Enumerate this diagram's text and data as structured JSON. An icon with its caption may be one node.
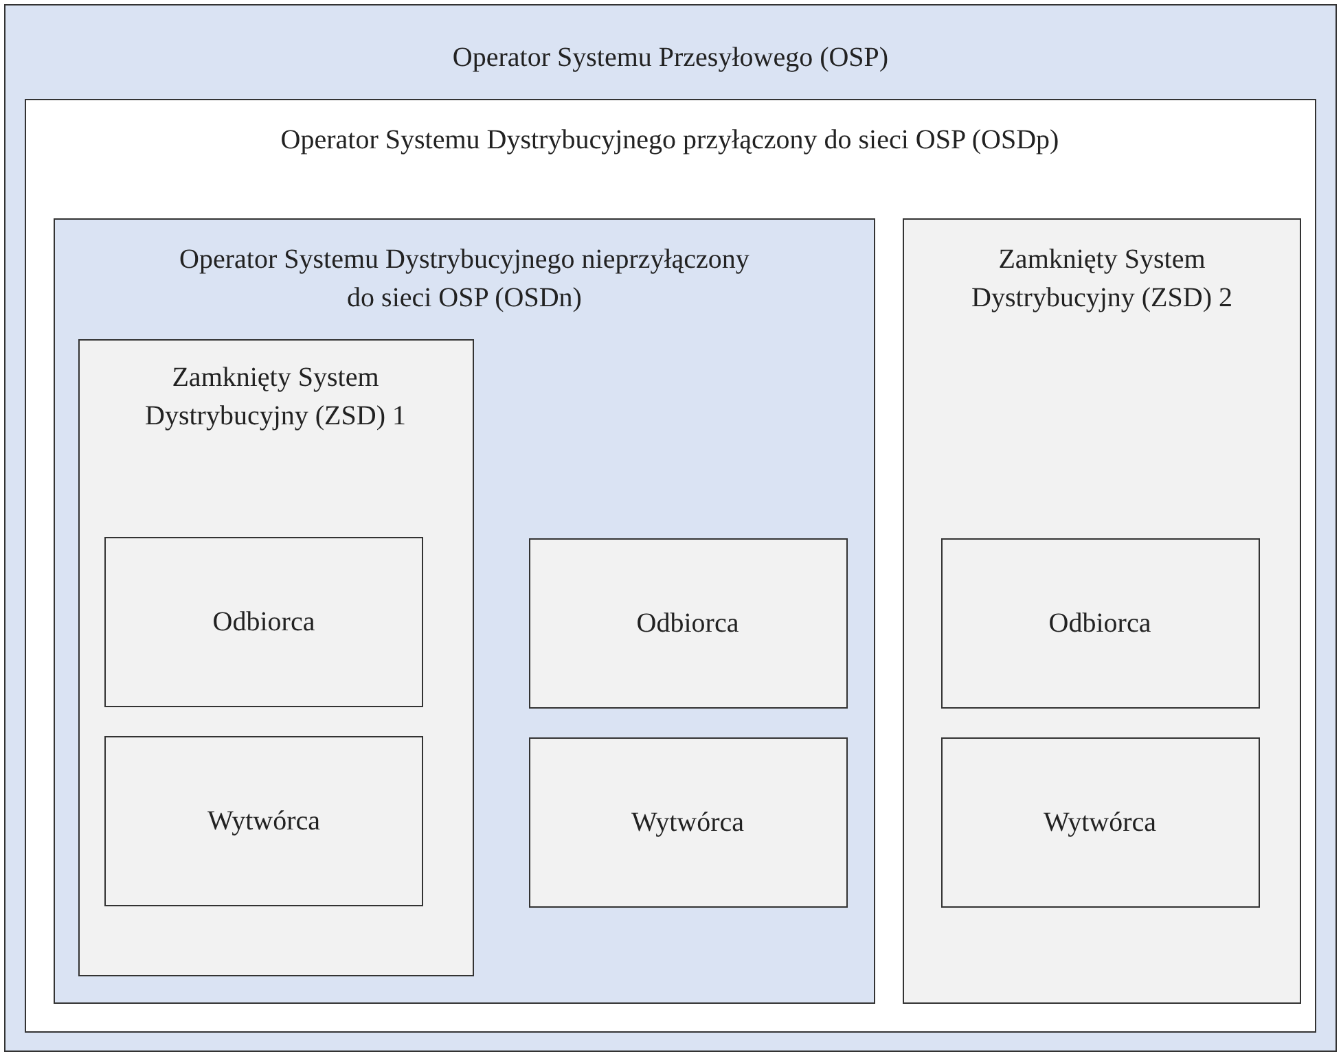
{
  "diagram": {
    "nodes": [
      {
        "text": [
          "Operator Systemu Przesyłowego (OSP)"
        ]
      },
      {
        "text": [
          "Operator Systemu Dystrybucyjnego przyłączony do sieci OSP (OSDp)"
        ],
        "in": 0
      },
      {
        "text": [
          "Operator Systemu Dystrybucyjnego nieprzyłączony do sieci OSP (OSDn)"
        ],
        "in": 1
      },
      {
        "text": [
          "Zamknięty System Dystrybucyjny (ZSD) 1"
        ],
        "in": 2
      },
      {
        "text": [
          "Odbiorca"
        ],
        "in": 3
      },
      {
        "text": [
          "Wytwórca"
        ],
        "in": 3
      },
      {
        "text": [
          "Odbiorca"
        ],
        "in": 2
      },
      {
        "text": [
          "Wytwórca"
        ],
        "in": 2
      },
      {
        "text": [
          "Zamknięty System Dystrybucyjny (ZSD) 2"
        ],
        "in": 1
      },
      {
        "text": [
          "Odbiorca"
        ],
        "in": 8
      },
      {
        "text": [
          "Wytwórca"
        ],
        "in": 8
      }
    ]
  }
}
